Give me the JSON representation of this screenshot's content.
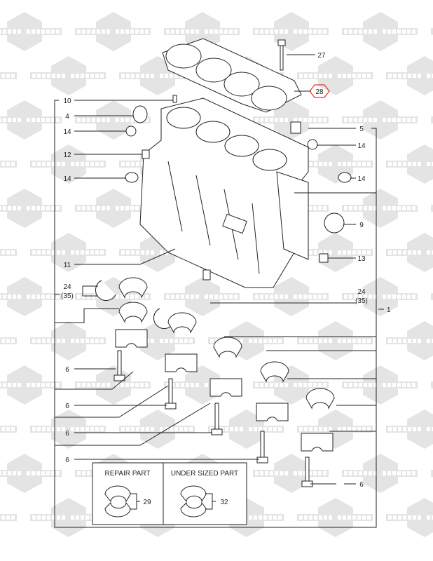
{
  "watermark": {
    "left": "KOMPART",
    "right": "COMPART"
  },
  "callouts": {
    "left": [
      {
        "label": "10"
      },
      {
        "label": "4"
      },
      {
        "label": "14"
      },
      {
        "label": "12"
      },
      {
        "label": "14"
      },
      {
        "label": "11"
      },
      {
        "label": "24",
        "sub": "(35)"
      },
      {
        "label": "6"
      },
      {
        "label": "6"
      },
      {
        "label": "6"
      },
      {
        "label": "6"
      }
    ],
    "right": [
      {
        "label": "27"
      },
      {
        "label": "28",
        "highlighted": true
      },
      {
        "label": "5"
      },
      {
        "label": "14"
      },
      {
        "label": "14"
      },
      {
        "label": "9"
      },
      {
        "label": "13"
      },
      {
        "label": "24",
        "sub": "(35)"
      },
      {
        "label": "1"
      },
      {
        "label": "6"
      }
    ]
  },
  "inset": {
    "repair": {
      "title": "REPAIR PART",
      "label": "29"
    },
    "undersized": {
      "title": "UNDER SIZED PART",
      "label": "32"
    }
  },
  "colors": {
    "highlight": "#e0352b",
    "watermark": "#e4e4e4"
  }
}
